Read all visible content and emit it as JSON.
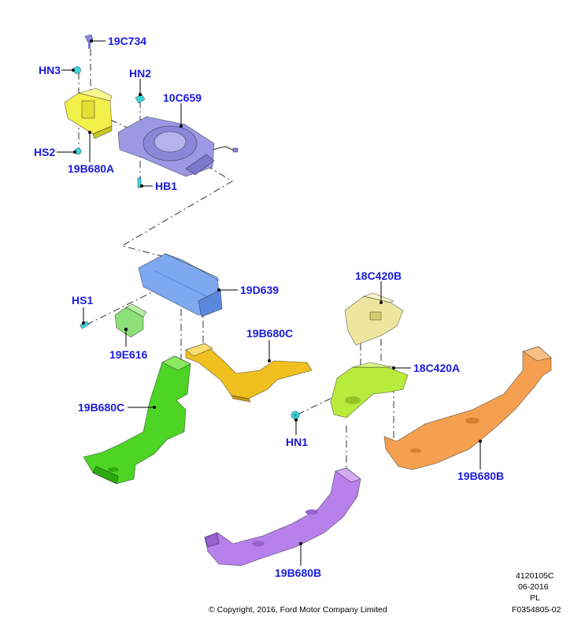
{
  "labels": {
    "p_19C734": "19C734",
    "p_HN3": "HN3",
    "p_HN2": "HN2",
    "p_10C659": "10C659",
    "p_HS2": "HS2",
    "p_19B680A": "19B680A",
    "p_HB1": "HB1",
    "p_19D639": "19D639",
    "p_HS1": "HS1",
    "p_19E616": "19E616",
    "p_19B680C_top": "19B680C",
    "p_19B680C_left": "19B680C",
    "p_18C420B": "18C420B",
    "p_18C420A": "18C420A",
    "p_HN1": "HN1",
    "p_19B680B_right": "19B680B",
    "p_19B680B_bottom": "19B680B"
  },
  "footer": {
    "copyright": "© Copyright, 2016, Ford Motor Company Limited",
    "code": "4120105C",
    "date": "06-2016",
    "lang": "PL",
    "figure": "F0354805-02"
  },
  "colors": {
    "label_blue": "#1a1ae0",
    "blower_lavender": "#9c98e4",
    "duct_blue": "#7ea8f0",
    "bracket_yellow": "#f2f04a",
    "duct_green": "#4ed424",
    "duct_gold": "#f0c020",
    "bracket_khaki": "#eee6a0",
    "bracket_lime": "#b8ec3c",
    "duct_orange": "#f4a050",
    "duct_purple": "#b880ea",
    "fastener_cyan": "#38d8e0"
  }
}
